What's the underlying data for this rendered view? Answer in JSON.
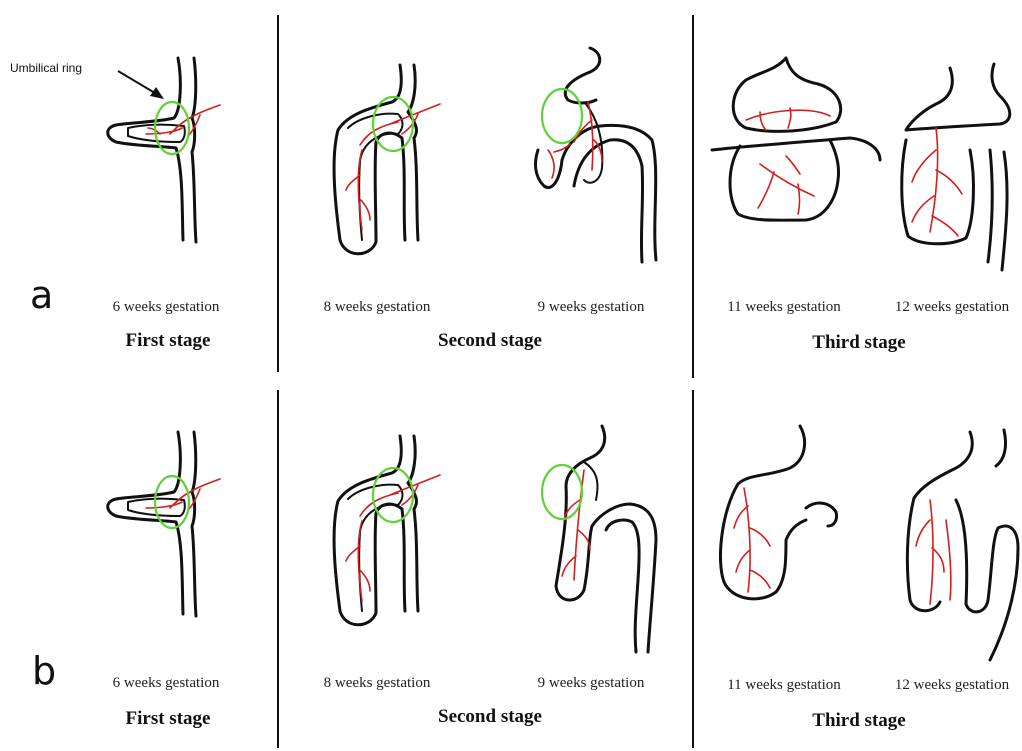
{
  "annotation": {
    "umbilical_ring": "Umbilical ring"
  },
  "panels": [
    {
      "letter": "a",
      "captions": [
        "6 weeks gestation",
        "8 weeks gestation",
        "9 weeks gestation",
        "11 weeks gestation",
        "12 weeks gestation"
      ],
      "stages": [
        "First stage",
        "Second stage",
        "Third stage"
      ]
    },
    {
      "letter": "b",
      "captions": [
        "6 weeks gestation",
        "8 weeks gestation",
        "9 weeks gestation",
        "11 weeks gestation",
        "12 weeks gestation"
      ],
      "stages": [
        "First stage",
        "Second stage",
        "Third stage"
      ]
    }
  ],
  "colors": {
    "outline": "#111111",
    "vessels": "#d21f1f",
    "umbilical_ring": "#5fd13a"
  }
}
